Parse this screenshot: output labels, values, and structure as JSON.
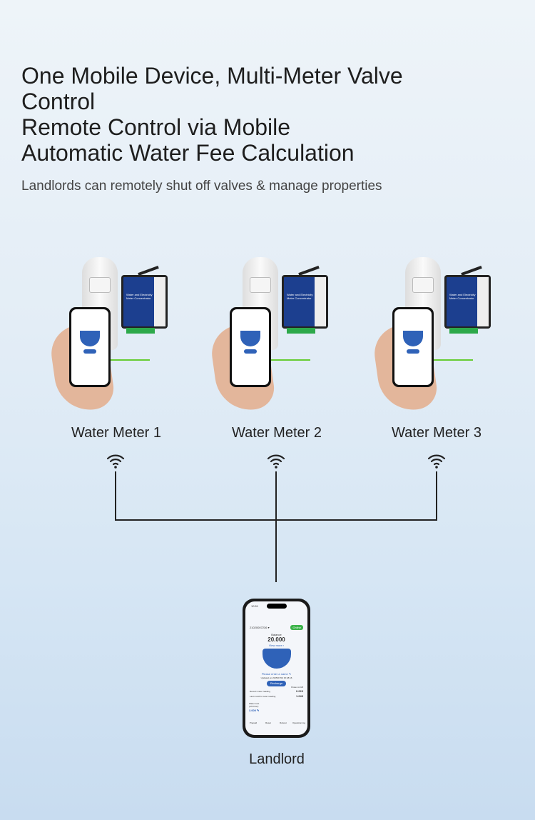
{
  "header": {
    "title_lines": [
      "One Mobile Device, Multi-Meter Valve",
      "Control",
      "Remote Control via Mobile",
      "Automatic Water Fee Calculation"
    ],
    "subtitle": "Landlords can remotely shut off valves & manage properties"
  },
  "meters": [
    {
      "label": "Water Meter 1"
    },
    {
      "label": "Water Meter 2"
    },
    {
      "label": "Water Meter 3"
    }
  ],
  "concentrator": {
    "text": "Water and Electricity Meter Concentrator"
  },
  "phone": {
    "time": "10:51",
    "meter_id": "21020007236 ▾",
    "status": "Online",
    "balance_label": "Balance",
    "balance": "20.000",
    "view_more": "View more ›",
    "name_prompt": "Please enter a name ✎",
    "updated": "Updated on 2025/07/04 15:48:16",
    "recharge": "Recharge",
    "power_label": "Power on/off",
    "recent_label": "Recent meter reading",
    "recent_value": "0.029",
    "last_label": "Last month's meter reading",
    "last_value": "1.049",
    "cost_label": "Water cost (CNY/ton)",
    "cost_value": "3.000 ✎",
    "actions": [
      "Prepaid",
      "Reset",
      "Reboot",
      "Operation log"
    ]
  },
  "landlord": {
    "label": "Landlord"
  },
  "colors": {
    "accent": "#2f62b8",
    "online": "#3cb34a"
  }
}
